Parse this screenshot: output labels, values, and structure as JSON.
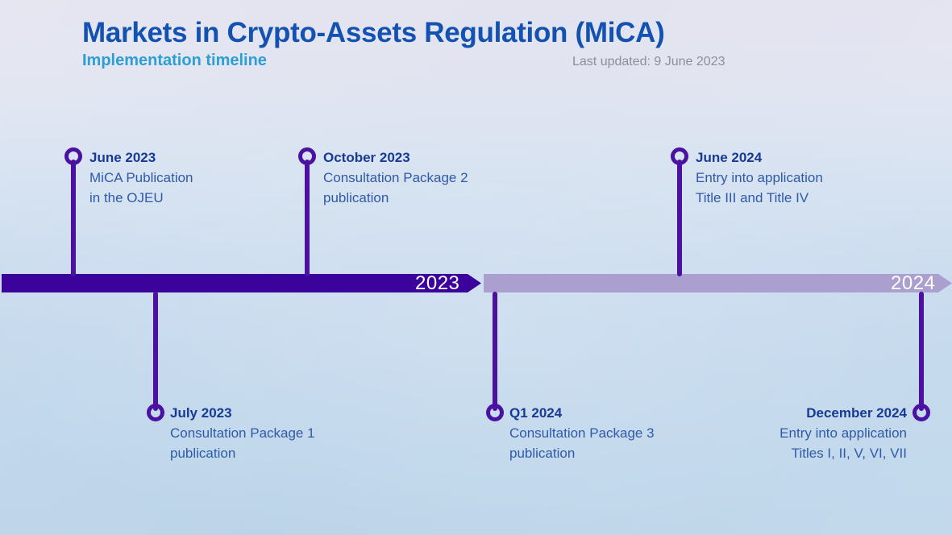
{
  "header": {
    "title": "Markets in Crypto-Assets Regulation (MiCA)",
    "subtitle": "Implementation timeline",
    "last_updated": "Last updated: 9 June 2023"
  },
  "colors": {
    "title": "#1352b0",
    "subtitle": "#2d9ed4",
    "marker": "#4b12a2",
    "bar_2023": "#3b039c",
    "bar_2024": "#ab9fcf",
    "date_text": "#173a96",
    "desc_text": "#2e5aa8",
    "muted_text": "#8d8f96"
  },
  "timeline": {
    "segments": [
      {
        "label": "2023",
        "state": "elapsed"
      },
      {
        "label": "2024",
        "state": "upcoming"
      }
    ]
  },
  "events": [
    {
      "id": "june-2023",
      "date": "June 2023",
      "lines": [
        "MiCA Publication",
        "in the OJEU"
      ],
      "side": "above",
      "align": "left"
    },
    {
      "id": "october-2023",
      "date": "October 2023",
      "lines": [
        "Consultation Package 2",
        "publication"
      ],
      "side": "above",
      "align": "left"
    },
    {
      "id": "june-2024",
      "date": "June 2024",
      "lines": [
        "Entry into application",
        "Title III and Title IV"
      ],
      "side": "above",
      "align": "left"
    },
    {
      "id": "july-2023",
      "date": "July 2023",
      "lines": [
        "Consultation Package 1",
        "publication"
      ],
      "side": "below",
      "align": "left"
    },
    {
      "id": "q1-2024",
      "date": "Q1 2024",
      "lines": [
        "Consultation Package 3",
        "publication"
      ],
      "side": "below",
      "align": "left"
    },
    {
      "id": "december-2024",
      "date": "December 2024",
      "lines": [
        "Entry into application",
        "Titles I, II, V, VI, VII"
      ],
      "side": "below",
      "align": "right"
    }
  ]
}
